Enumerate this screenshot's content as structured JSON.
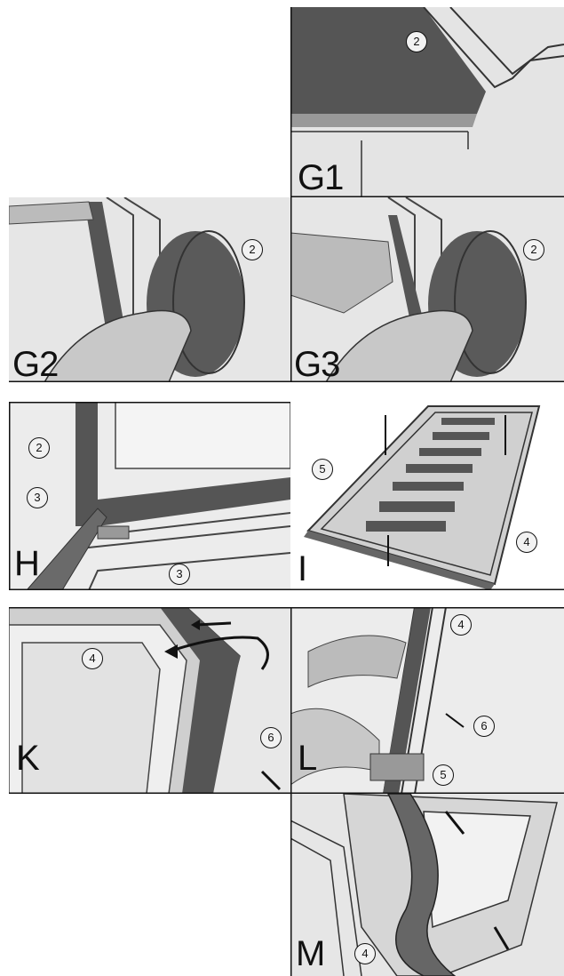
{
  "panels": [
    {
      "id": "G1",
      "label": "G1",
      "callouts": [
        "2"
      ]
    },
    {
      "id": "G2",
      "label": "G2",
      "callouts": [
        "2"
      ]
    },
    {
      "id": "G3",
      "label": "G3",
      "callouts": [
        "2"
      ]
    },
    {
      "id": "H",
      "label": "H",
      "callouts": [
        "2",
        "3",
        "3"
      ]
    },
    {
      "id": "I",
      "label": "I",
      "callouts": [
        "5",
        "4"
      ]
    },
    {
      "id": "K",
      "label": "K",
      "callouts": [
        "4",
        "6"
      ]
    },
    {
      "id": "L",
      "label": "L",
      "callouts": [
        "4",
        "6",
        "5"
      ]
    },
    {
      "id": "M",
      "label": "M",
      "callouts": [
        "4"
      ]
    }
  ]
}
